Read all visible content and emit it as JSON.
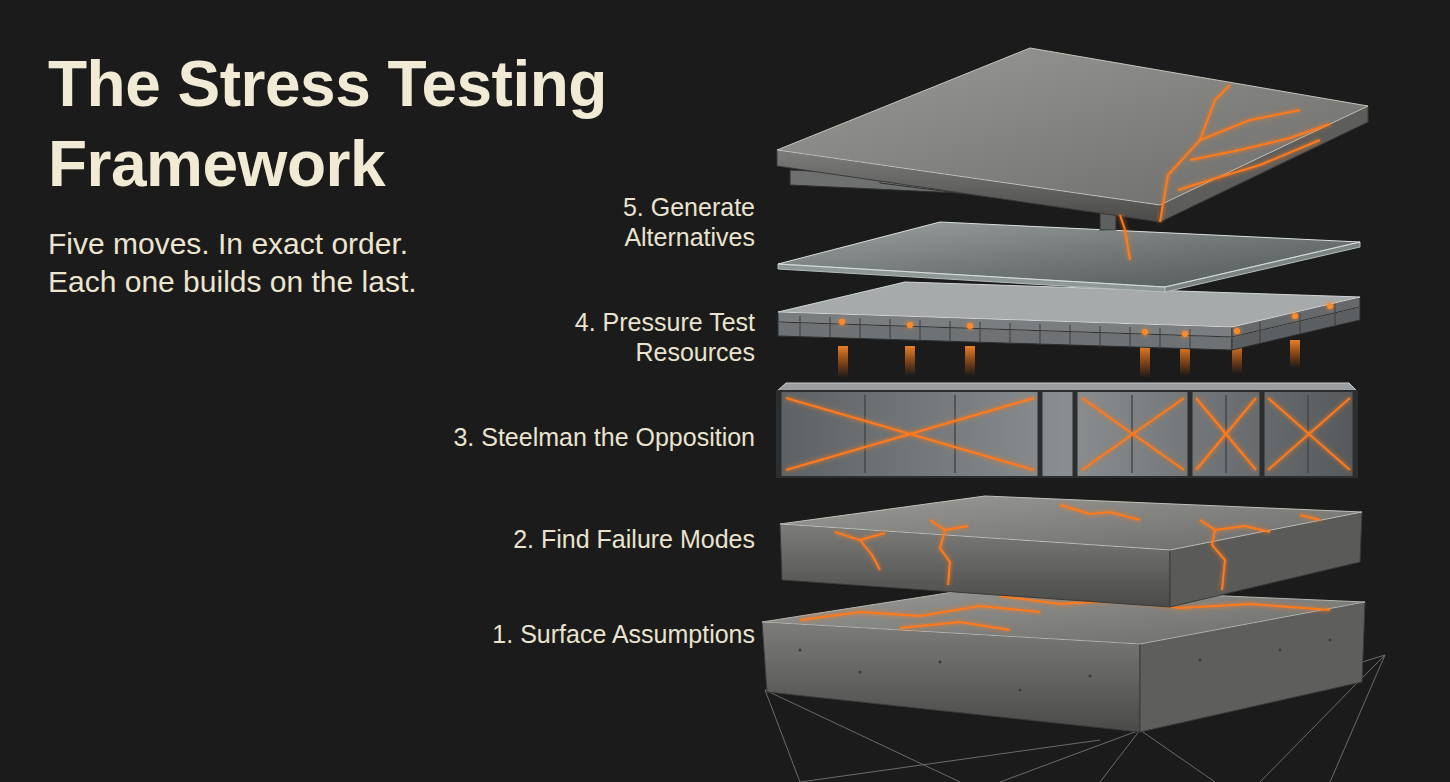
{
  "diagram": {
    "title": "The Stress Testing Framework",
    "labels": [
      "Five moves. In exact order. Each one builds on the last.",
      "5. Generate Alternatives",
      "4. Pressure Test Resources",
      "3. Steelman the Opposition",
      "2. Find Failure Modes",
      "1. Surface Assumptions"
    ]
  }
}
